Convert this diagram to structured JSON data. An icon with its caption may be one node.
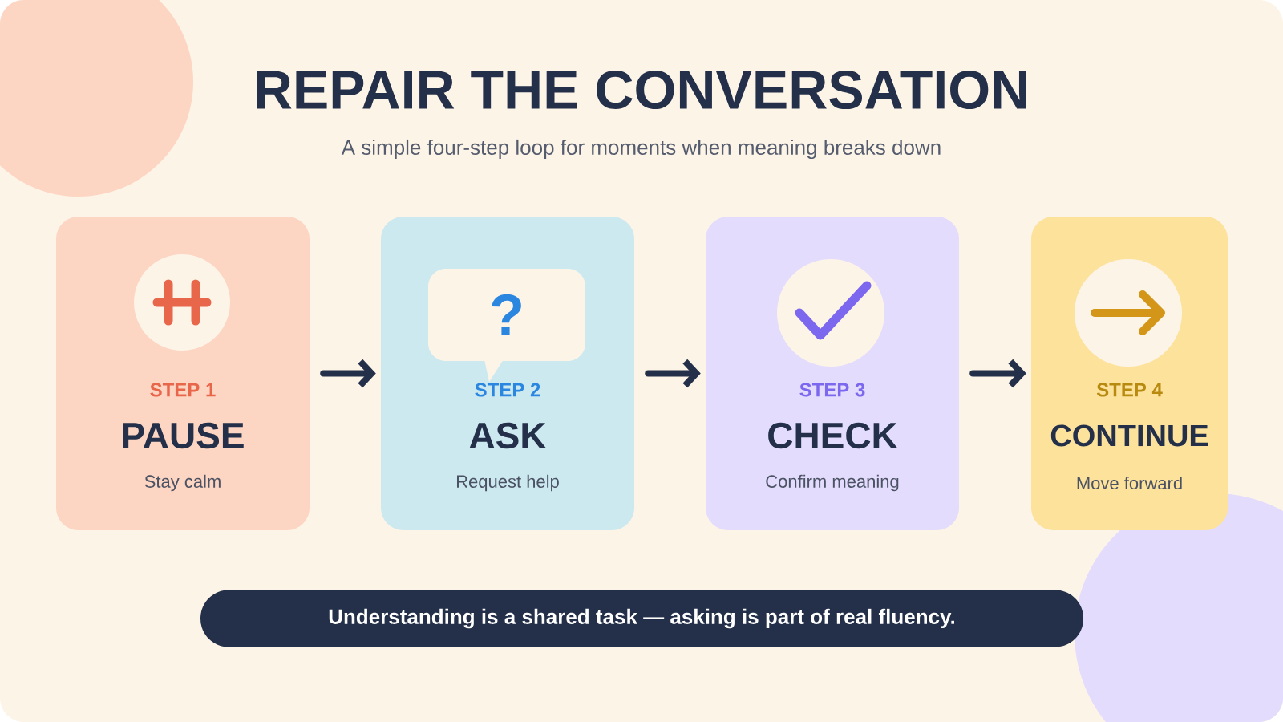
{
  "diagram": {
    "title": "REPAIR THE CONVERSATION",
    "nodes": [
      {
        "text": [
          "STEP 1",
          "PAUSE",
          "Stay calm"
        ]
      },
      {
        "text": [
          "STEP 2",
          "ASK",
          "Request help"
        ]
      },
      {
        "text": [
          "?"
        ],
        "in": 1
      },
      {
        "text": [
          "STEP 3",
          "CHECK",
          "Confirm meaning"
        ]
      },
      {
        "text": [
          "STEP 4",
          "CONTINUE",
          "Move forward"
        ]
      },
      {
        "text": [
          "Understanding is a shared task — asking is part of real fluency."
        ]
      }
    ],
    "edges": [
      {
        "from": 0,
        "to": 1,
        "arrow": "to"
      },
      {
        "from": 1,
        "to": 3,
        "arrow": "to"
      },
      {
        "from": 3,
        "to": 4,
        "arrow": "to"
      }
    ],
    "labels": [
      "A simple four-step loop for moments when meaning breaks down"
    ]
  }
}
